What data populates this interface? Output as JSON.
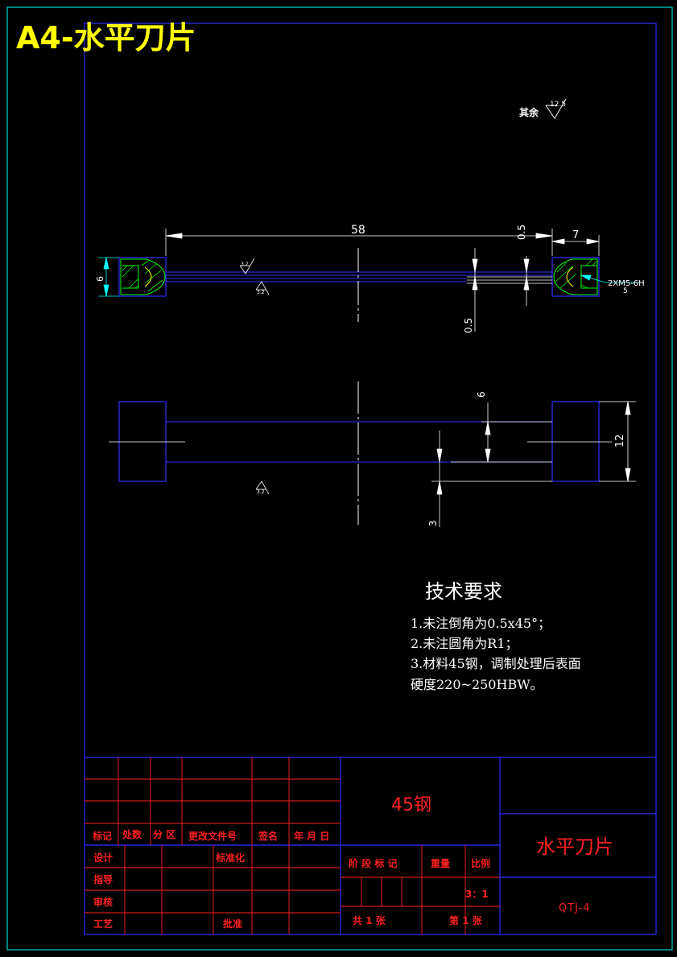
{
  "sheet": {
    "title": "A4-水平刀片",
    "roughness_note": "其余",
    "roughness_note_value": "12.5"
  },
  "dims": {
    "length": "58",
    "gap_top": "0.5",
    "end_len": "7",
    "height": "6",
    "thread": "2XM5-6H",
    "thread_depth": "5",
    "gap_bottom": "0.5",
    "blade": "6",
    "thick": "12",
    "step": "3",
    "rough1": "3.2",
    "rough2": "3.2",
    "rough3": "3.2"
  },
  "tech": {
    "heading": "技术要求",
    "lines": [
      "1.未注倒角为0.5x45°；",
      "2.未注圆角为R1；",
      "3.材料45钢，调制处理后表面",
      "硬度220~250HBW。"
    ]
  },
  "title_block": {
    "material": "45钢",
    "part_name": "水平刀片",
    "drawing_no": "QTJ-4",
    "rev_headers": [
      "标记",
      "处数",
      "分 区",
      "更改文件号",
      "签名",
      "年 月 日"
    ],
    "design": "设计",
    "standard": "标准化",
    "check": "指导",
    "review": "审核",
    "process": "工艺",
    "approve": "批准",
    "stage_label": "阶 段 标 记",
    "weight_label": "重量",
    "scale_label": "比例",
    "scale_value": "3：1",
    "total_sheets": "共  1 张",
    "sheet_no": "第  1 张"
  }
}
